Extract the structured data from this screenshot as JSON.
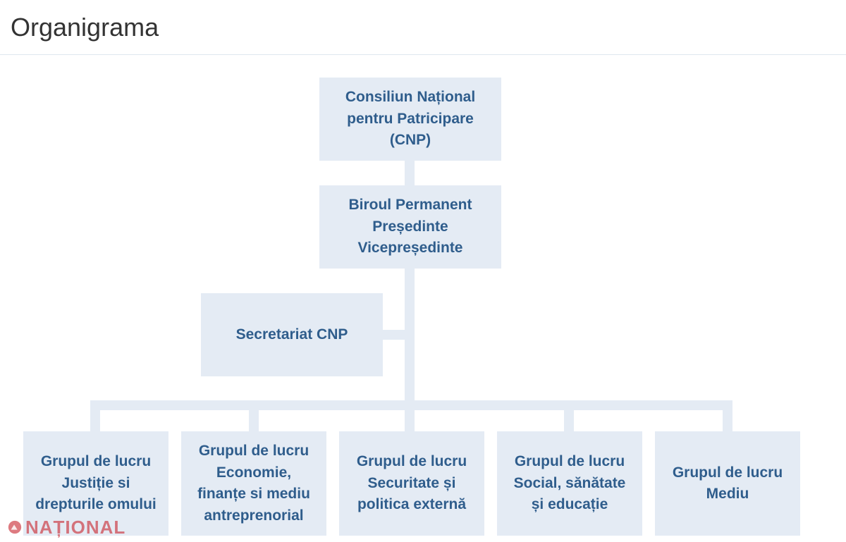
{
  "header": {
    "title": "Organigrama"
  },
  "org_chart": {
    "root": {
      "label": "Consiliun Național\npentru Patricipare\n(CNP)"
    },
    "bureau": {
      "label": "Biroul Permanent\nPreședinte\nVicepreședinte"
    },
    "secretariat": {
      "label": "Secretariat CNP"
    },
    "working_groups": [
      {
        "label": "Grupul de lucru\nJustiție si\ndrepturile omului"
      },
      {
        "label": "Grupul de lucru\nEconomie,\nfinanțe si mediu\nantreprenorial"
      },
      {
        "label": "Grupul de lucru\nSecuritate și\npolitica externă"
      },
      {
        "label": "Grupul de lucru\nSocial, sănătate\nși educație"
      },
      {
        "label": "Grupul de lucru\nMediu"
      }
    ]
  },
  "watermark": {
    "text": "NAȚIONAL"
  },
  "colors": {
    "node_fill": "#e4ebf4",
    "node_text": "#2f5d8c",
    "watermark": "#c8232c"
  }
}
